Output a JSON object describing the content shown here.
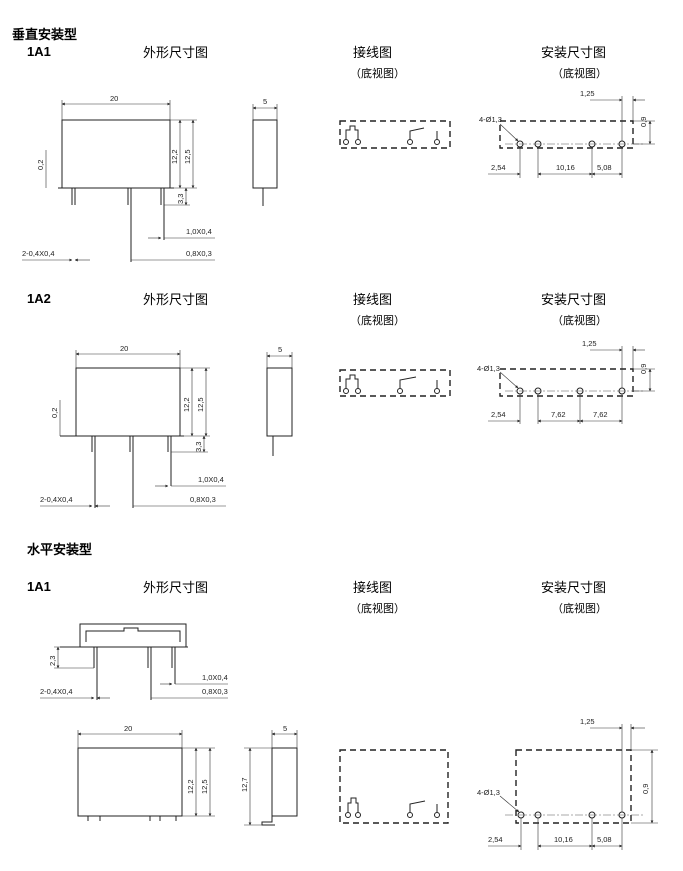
{
  "sections": {
    "vertical": "垂直安装型",
    "horizontal": "水平安装型"
  },
  "columns": {
    "outline": "外形尺寸图",
    "wiring": "接线图",
    "mounting": "安装尺寸图",
    "bottom_view": "（底视图）"
  },
  "models": {
    "v_1a1": "1A1",
    "v_1a2": "1A2",
    "h_1a1": "1A1"
  },
  "dims": {
    "width": "20",
    "depth": "5",
    "h122": "12,2",
    "h125": "12,5",
    "h127": "12,7",
    "pin_len": "3,3",
    "gap": "0,2",
    "h23": "2,3",
    "pin_a": "1,0X0,4",
    "pin_b": "0,8X0,3",
    "pin_c": "2-0,4X0,4",
    "holes": "4-Ø1,3",
    "p125": "1,25",
    "p09": "0,9",
    "p254": "2,54",
    "p1016": "10,16",
    "p508": "5,08",
    "p762": "7,62"
  }
}
